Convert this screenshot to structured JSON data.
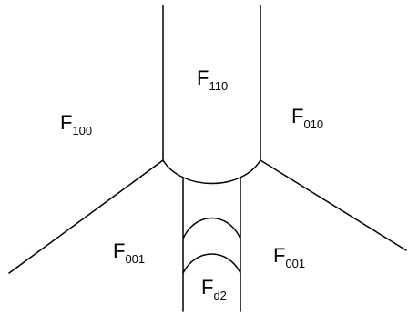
{
  "regions": [
    {
      "id": "f100",
      "base": "F",
      "sub": "100"
    },
    {
      "id": "f110",
      "base": "F",
      "sub": "110"
    },
    {
      "id": "f010",
      "base": "F",
      "sub": "010"
    },
    {
      "id": "f001-left",
      "base": "F",
      "sub": "001"
    },
    {
      "id": "f001-right",
      "base": "F",
      "sub": "001"
    },
    {
      "id": "fd2",
      "base": "F",
      "sub": "d2"
    }
  ],
  "colors": {
    "line": "#000000",
    "background": "#ffffff"
  }
}
